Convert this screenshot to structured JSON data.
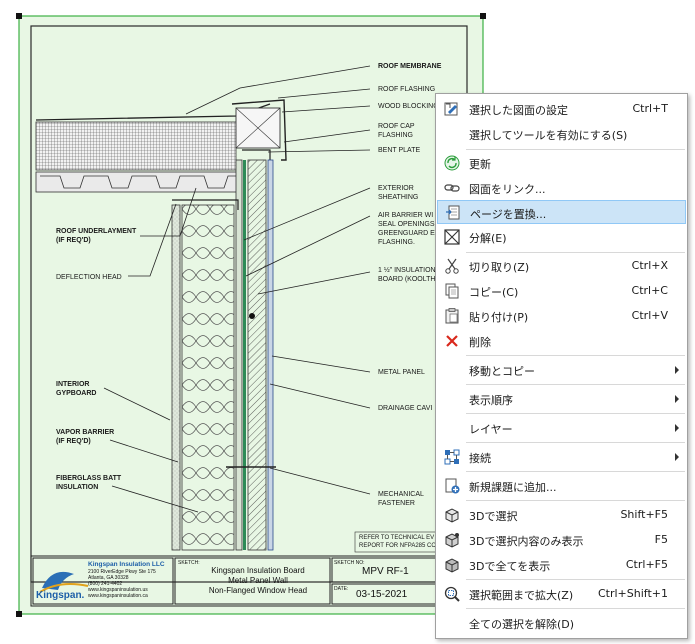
{
  "drawing": {
    "callouts_left": [
      {
        "text": "ROOF UNDERLAYMENT\n(IF REQ'D)",
        "bold": true
      },
      {
        "text": "DEFLECTION HEAD",
        "bold": false
      },
      {
        "text": "INTERIOR\nGYPBOARD",
        "bold": true
      },
      {
        "text": "VAPOR BARRIER\n(IF REQ'D)",
        "bold": true
      },
      {
        "text": "FIBERGLASS BATT\nINSULATION",
        "bold": true
      }
    ],
    "callouts_right": [
      {
        "text": "ROOF MEMBRANE",
        "bold": true
      },
      {
        "text": "ROOF FLASHING",
        "bold": false
      },
      {
        "text": "WOOD BLOCKING",
        "bold": false
      },
      {
        "text": "ROOF CAP\nFLASHING",
        "bold": false
      },
      {
        "text": "BENT PLATE",
        "bold": false
      },
      {
        "text": "EXTERIOR\nSHEATHING",
        "bold": false
      },
      {
        "text": "AIR BARRIER WI\nSEAL OPENINGS\nGREENGUARD E\nFLASHING.",
        "bold": false
      },
      {
        "text": "1 ½\" INSULATION\nBOARD (KOOLTH",
        "bold": false
      },
      {
        "text": "METAL PANEL",
        "bold": false
      },
      {
        "text": "DRAINAGE CAVI",
        "bold": false
      },
      {
        "text": "MECHANICAL\nFASTENER",
        "bold": false
      }
    ],
    "note": "REFER TO TECHNICAL EV\nREPORT FOR NFPA285 CO",
    "title_block": {
      "logo": "Kingspan.",
      "company": "Kingspan Insulation LLC",
      "address": "2100 RiverEdge Pkwy Ste 175\nAtlanta, GA 30328\n(800) 241-4402\nwww.kingspaninsulation.us\nwww.kingspaninsulation.ca",
      "sketch_label": "SKETCH:",
      "sketch_title": "Kingspan Insulation Board\nMetal Panel Wall\nNon-Flanged Window Head",
      "sketch_no_label": "SKETCH NO:",
      "sketch_no": "MPV RF-1",
      "date_label": "DATE:",
      "date": "03-15-2021"
    }
  },
  "context_menu": {
    "items": [
      {
        "id": "drawing-settings",
        "label": "選択した図面の設定",
        "shortcut": "Ctrl+T",
        "icon": "drawing-settings-icon"
      },
      {
        "id": "enable-tool",
        "label": "選択してツールを有効にする(S)",
        "shortcut": "",
        "icon": ""
      },
      {
        "id": "update",
        "label": "更新",
        "shortcut": "",
        "icon": "refresh-icon"
      },
      {
        "id": "link-drawing",
        "label": "図面をリンク...",
        "shortcut": "",
        "icon": "link-icon"
      },
      {
        "id": "replace-page",
        "label": "ページを置換...",
        "shortcut": "",
        "icon": "replace-page-icon"
      },
      {
        "id": "explode",
        "label": "分解(E)",
        "shortcut": "",
        "icon": "explode-icon"
      },
      {
        "id": "cut",
        "label": "切り取り(Z)",
        "shortcut": "Ctrl+X",
        "icon": "cut-icon"
      },
      {
        "id": "copy",
        "label": "コピー(C)",
        "shortcut": "Ctrl+C",
        "icon": "copy-icon"
      },
      {
        "id": "paste",
        "label": "貼り付け(P)",
        "shortcut": "Ctrl+V",
        "icon": "paste-icon"
      },
      {
        "id": "delete",
        "label": "削除",
        "shortcut": "",
        "icon": "delete-icon"
      },
      {
        "id": "move-copy",
        "label": "移動とコピー",
        "shortcut": "",
        "icon": ""
      },
      {
        "id": "display-order",
        "label": "表示順序",
        "shortcut": "",
        "icon": ""
      },
      {
        "id": "layer",
        "label": "レイヤー",
        "shortcut": "",
        "icon": ""
      },
      {
        "id": "connect",
        "label": "接続",
        "shortcut": "",
        "icon": "connect-icon"
      },
      {
        "id": "add-issue",
        "label": "新規課題に追加...",
        "shortcut": "",
        "icon": "add-issue-icon"
      },
      {
        "id": "select-3d",
        "label": "3Dで選択",
        "shortcut": "Shift+F5",
        "icon": "select-3d-icon"
      },
      {
        "id": "show-selection-3d",
        "label": "3Dで選択内容のみ表示",
        "shortcut": "F5",
        "icon": "show-selection-3d-icon"
      },
      {
        "id": "show-all-3d",
        "label": "3Dで全てを表示",
        "shortcut": "Ctrl+F5",
        "icon": "show-all-3d-icon"
      },
      {
        "id": "zoom-selection",
        "label": "選択範囲まで拡大(Z)",
        "shortcut": "Ctrl+Shift+1",
        "icon": "zoom-selection-icon"
      },
      {
        "id": "deselect-all",
        "label": "全ての選択を解除(D)",
        "shortcut": "",
        "icon": ""
      }
    ]
  },
  "colors": {
    "drawing_background": "#e8f7e4",
    "selection_border": "#3cb043",
    "menu_highlight": "#cce4f7",
    "delete_red": "#d9281c",
    "update_green": "#2a9d3a"
  }
}
